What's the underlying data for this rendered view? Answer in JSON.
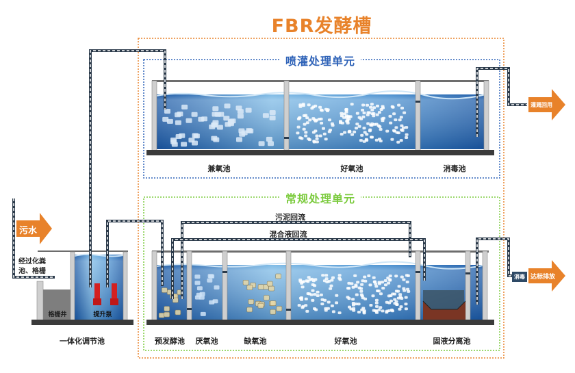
{
  "title": "FBR发酵槽",
  "colors": {
    "accent_orange": "#e8822a",
    "spray_blue": "#2f63b8",
    "normal_green": "#7ccb3e",
    "water_dark": "#1f5ea8",
    "water_light": "#9fd0f0",
    "pipe": "#2b3a4a",
    "base": "#3b3b3b"
  },
  "spray_unit": {
    "title": "喷灌处理单元",
    "tanks": [
      {
        "label": "兼氧池",
        "icon": "suspended-media-icon"
      },
      {
        "label": "好氧池",
        "icon": "dense-media-icon"
      },
      {
        "label": "消毒池",
        "icon": "empty-tank-icon"
      }
    ],
    "outlet_label": "灌溉回用"
  },
  "normal_unit": {
    "title": "常规处理单元",
    "flows": {
      "sludge_return": "污泥回流",
      "mixed_liquor_return": "混合液回流"
    },
    "tanks": [
      {
        "label": "预发酵池",
        "icon": "cube-media-icon"
      },
      {
        "label": "厌氧池",
        "icon": "suspended-media-icon"
      },
      {
        "label": "缺氧池",
        "icon": "cube-media-icon"
      },
      {
        "label": "好氧池",
        "icon": "dense-media-icon"
      },
      {
        "label": "固液分离池",
        "icon": "settler-icon"
      }
    ],
    "disinfect_tag": "消毒",
    "outlet_label": "达标排放"
  },
  "inlet": {
    "arrow_label": "污水",
    "note_line1": "经过化粪",
    "note_line2": "池、格栅",
    "grid_well": "格栅井",
    "lift_pump": "提升泵",
    "tank_label": "一体化调节池"
  }
}
